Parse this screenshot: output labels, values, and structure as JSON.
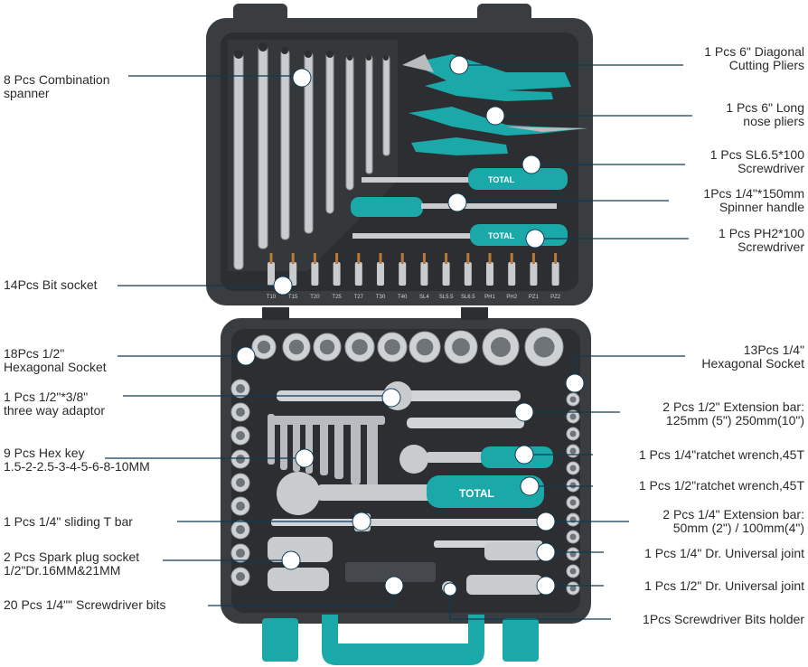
{
  "brand": "TOTAL",
  "colors": {
    "case": "#3a3d40",
    "teal": "#1aa8a8",
    "line": "#0e3b57",
    "label": "#2a2a2a"
  },
  "left_labels": [
    {
      "line1": "8 Pcs Combination",
      "line2": "spanner"
    },
    {
      "line1": "14Pcs Bit socket",
      "line2": ""
    },
    {
      "line1": "18Pcs 1/2\"",
      "line2": "Hexagonal Socket"
    },
    {
      "line1": "1 Pcs 1/2\"*3/8\"",
      "line2": "three way adaptor"
    },
    {
      "line1": "9 Pcs Hex key",
      "line2": "1.5-2-2.5-3-4-5-6-8-10MM"
    },
    {
      "line1": "1 Pcs 1/4\" sliding T bar",
      "line2": ""
    },
    {
      "line1": "2 Pcs Spark plug socket",
      "line2": "1/2\"Dr.16MM&21MM"
    },
    {
      "line1": "20 Pcs 1/4\"\"  Screwdriver bits",
      "line2": ""
    }
  ],
  "right_labels": [
    {
      "line1": "1 Pcs 6\" Diagonal",
      "line2": "Cutting Pliers"
    },
    {
      "line1": "1 Pcs 6\" Long",
      "line2": "nose pliers"
    },
    {
      "line1": "1 Pcs SL6.5*100",
      "line2": "Screwdriver"
    },
    {
      "line1": "1Pcs 1/4\"*150mm",
      "line2": "Spinner handle"
    },
    {
      "line1": "1 Pcs PH2*100",
      "line2": "Screwdriver"
    },
    {
      "line1": "13Pcs 1/4\"",
      "line2": "Hexagonal Socket"
    },
    {
      "line1": "2 Pcs 1/2\" Extension bar:",
      "line2": "125mm  (5\")  250mm(10\")"
    },
    {
      "line1": "1 Pcs 1/4\"ratchet wrench,45T",
      "line2": ""
    },
    {
      "line1": "1 Pcs 1/2\"ratchet wrench,45T",
      "line2": ""
    },
    {
      "line1": "2 Pcs 1/4\" Extension bar:",
      "line2": "50mm (2\") / 100mm(4\")"
    },
    {
      "line1": "1 Pcs 1/4\" Dr. Universal joint",
      "line2": ""
    },
    {
      "line1": "1 Pcs 1/2\" Dr. Universal joint",
      "line2": ""
    },
    {
      "line1": "1Pcs Screwdriver Bits holder",
      "line2": ""
    }
  ],
  "bit_socket_sizes": [
    "T10",
    "T15",
    "T20",
    "T25",
    "T27",
    "T30",
    "T40",
    "SL4",
    "SL5.5",
    "SL6.5",
    "PH1",
    "PH2",
    "PZ1",
    "PZ2"
  ]
}
